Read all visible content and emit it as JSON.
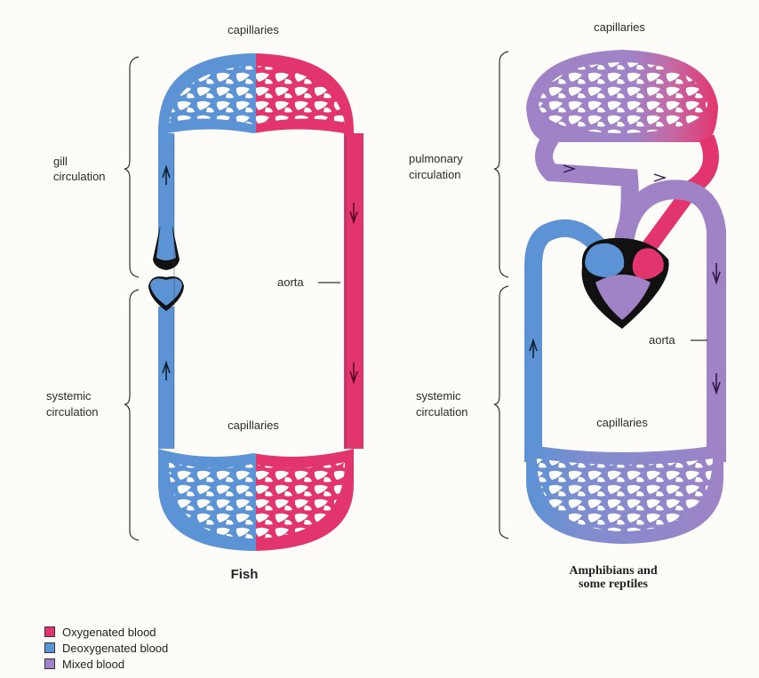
{
  "colors": {
    "oxygenated": "#e2356e",
    "deoxygenated": "#5b93d4",
    "mixed": "#9f83c6",
    "outline": "#1a1a1a"
  },
  "fish": {
    "title": "Fish",
    "capillaries_top": "capillaries",
    "capillaries_bottom": "capillaries",
    "gill_line1": "gill",
    "gill_line2": "circulation",
    "systemic_line1": "systemic",
    "systemic_line2": "circulation",
    "aorta": "aorta"
  },
  "amphibians": {
    "title_line1": "Amphibians and",
    "title_line2": "some reptiles",
    "capillaries_top": "capillaries",
    "capillaries_bottom": "capillaries",
    "pulmonary_line1": "pulmonary",
    "pulmonary_line2": "circulation",
    "systemic_line1": "systemic",
    "systemic_line2": "circulation",
    "aorta": "aorta"
  },
  "legend": [
    {
      "label": "Oxygenated blood",
      "color": "#e2356e"
    },
    {
      "label": "Deoxygenated blood",
      "color": "#5b93d4"
    },
    {
      "label": "Mixed blood",
      "color": "#9f83c6"
    }
  ]
}
